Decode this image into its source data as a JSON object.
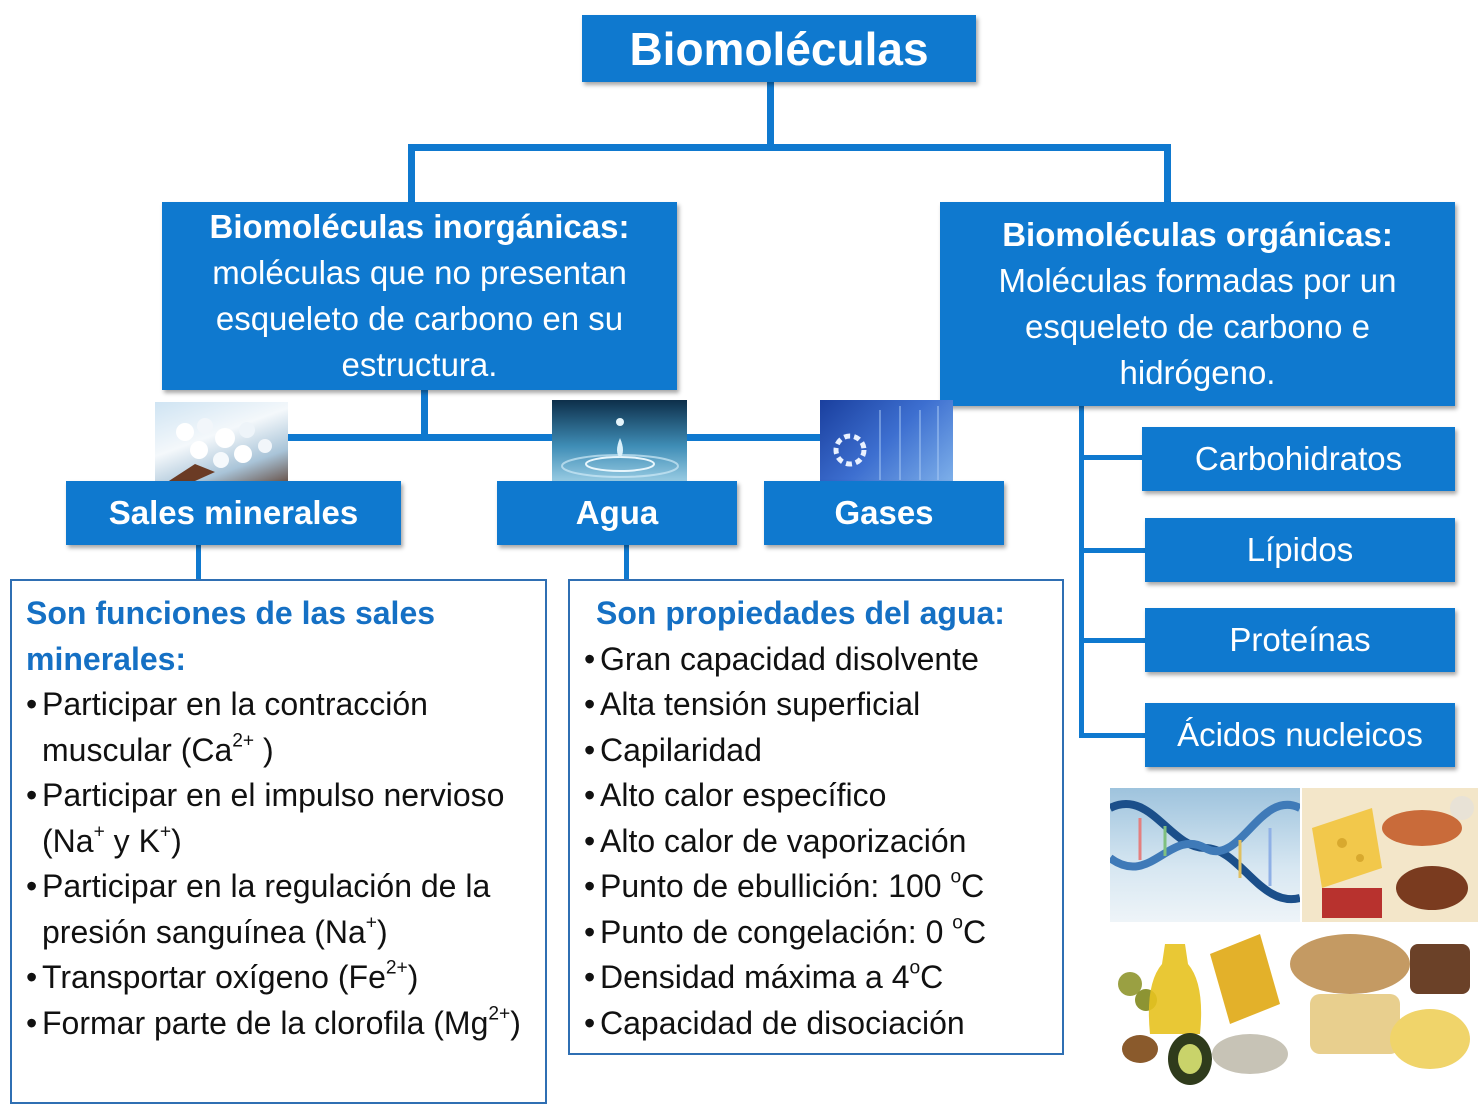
{
  "title": "Biomoléculas",
  "inorganic": {
    "heading": "Biomoléculas inorgánicas:",
    "description": "moléculas que no presentan esqueleto de carbono en su estructura."
  },
  "organic": {
    "heading": "Biomoléculas orgánicas:",
    "description": "Moléculas formadas por un esqueleto de carbono e hidrógeno."
  },
  "inorganic_types": [
    "Sales minerales",
    "Agua",
    "Gases"
  ],
  "organic_types": [
    "Carbohidratos",
    "Lípidos",
    "Proteínas",
    "Ácidos nucleicos"
  ],
  "sales_panel": {
    "heading": "Son funciones de las sales minerales:",
    "items": [
      {
        "text": "Participar en la contracción muscular (Ca",
        "sup": "2+",
        "tail": " )"
      },
      {
        "text": "Participar en el impulso nervioso (Na",
        "sup": "+",
        "mid": " y K",
        "sup2": "+",
        "tail": ")"
      },
      {
        "text": "Participar en la regulación de la presión sanguínea (Na",
        "sup": "+",
        "tail": ")"
      },
      {
        "text": "Transportar oxígeno (Fe",
        "sup": "2+",
        "tail": ")"
      },
      {
        "text": "Formar parte de la clorofila (Mg",
        "sup": "2+",
        "tail": ")"
      }
    ]
  },
  "agua_panel": {
    "heading": "Son propiedades del agua:",
    "items": [
      {
        "text": "Gran capacidad disolvente"
      },
      {
        "text": "Alta tensión superficial"
      },
      {
        "text": "Capilaridad"
      },
      {
        "text": "Alto calor específico"
      },
      {
        "text": "Alto calor de vaporización"
      },
      {
        "text": "Punto de ebullición: 100 ",
        "sup": "o",
        "tail": "C"
      },
      {
        "text": "Punto de congelación:  0 ",
        "sup": "o",
        "tail": "C"
      },
      {
        "text": "Densidad máxima a 4",
        "sup": "o",
        "tail": "C"
      },
      {
        "text": "Capacidad de disociación"
      }
    ]
  },
  "colors": {
    "box": "#0f79cf",
    "panel_heading": "#1570c4",
    "panel_border": "#2f6fb3"
  },
  "icons": [
    "salt-crystals-image",
    "water-drop-image",
    "gas-molecule-image",
    "dna-image",
    "food-protein-image",
    "food-lipid-carb-image"
  ]
}
